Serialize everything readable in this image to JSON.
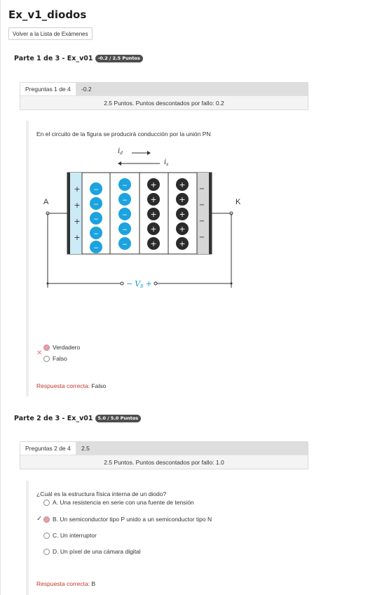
{
  "exam": {
    "title": "Ex_v1_diodos",
    "back_label": "Volver a la Lista de Exámenes"
  },
  "parts": [
    {
      "heading": "Parte 1 de 3 - Ex_v01",
      "badge": "-0.2 / 2.5 Puntos",
      "question": {
        "number_label": "Preguntas 1 de 4",
        "score": "-0.2",
        "points_info": "2.5 Puntos. Puntos descontados por fallo: 0.2",
        "text": "En el circuito de la figura se producirá conducción por la unión PN",
        "options": [
          {
            "label": "Verdadero",
            "selected": true
          },
          {
            "label": "Falso",
            "selected": false
          }
        ],
        "result_mark": "✕",
        "correct_label": "Respuesta correcta:",
        "correct_value": "Falso"
      }
    },
    {
      "heading": "Parte 2 de 3 - Ex_v01",
      "badge": "5.0 / 5.0 Puntos",
      "question": {
        "number_label": "Preguntas 2 de 4",
        "score": "2.5",
        "points_info": "2.5 Puntos. Puntos descontados por fallo: 1.0",
        "text": "¿Cuál es la estructura física interna de un diodo?",
        "options": [
          {
            "label": "A. Una resistencia en serie con una fuente de tensión",
            "selected": false
          },
          {
            "label": "B. Un semiconductor tipo P unido a un semiconductor tipo N",
            "selected": true
          },
          {
            "label": "C. Un interruptor",
            "selected": false
          },
          {
            "label": "D. Un píxel de una cámara digital",
            "selected": false
          }
        ],
        "result_mark": "✓",
        "correct_label": "Respuesta correcta:",
        "correct_value": "B"
      }
    }
  ],
  "figure": {
    "current_d": "i",
    "current_d_sub": "d",
    "current_s": "i",
    "current_s_sub": "s",
    "terminal_a": "A",
    "terminal_k": "K",
    "source_minus": "−",
    "source_v": "V",
    "source_v_sub": "B",
    "source_plus": "+",
    "plus_sign": "+",
    "minus_sign": "−",
    "colors": {
      "hole": "#1ca3df",
      "electron": "#2b2b2b",
      "p_strip": "#cdeaf7",
      "n_strip": "#d6d6d6",
      "source_label": "#1a9ad6"
    }
  }
}
